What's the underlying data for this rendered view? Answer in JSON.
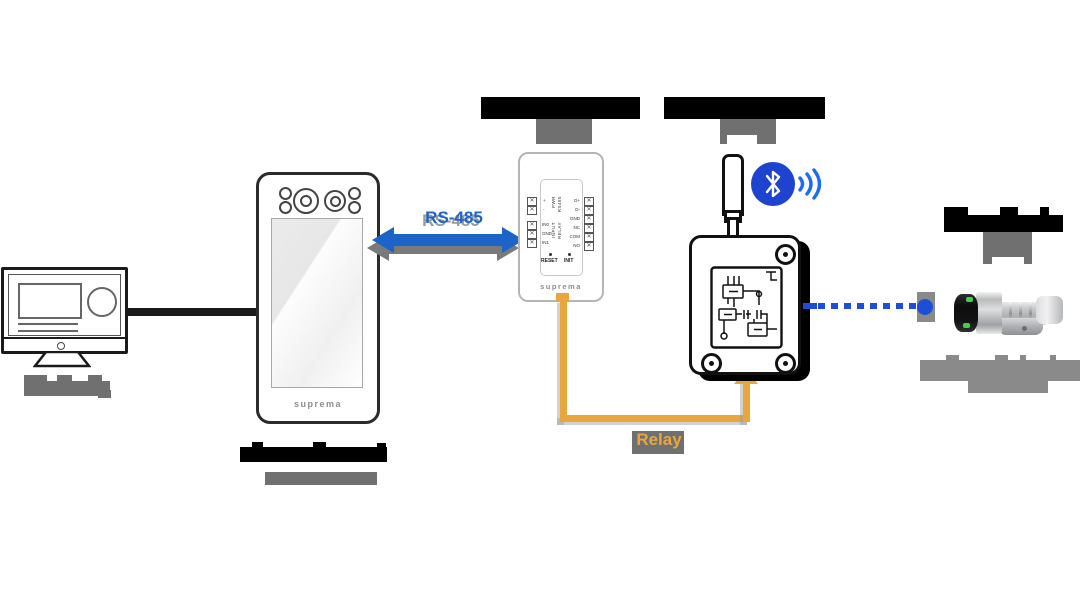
{
  "labels": {
    "rs485_link": "RS-485",
    "relay_link": "Relay"
  },
  "facestation": {
    "logo": "suprema"
  },
  "secure_io": {
    "logo": "suprema",
    "reset": "RESET",
    "init": "INIT",
    "terminals": {
      "power": [
        "+",
        "-"
      ],
      "input": [
        "IN0",
        "GND",
        "IN1"
      ],
      "rs485": [
        "D+",
        "D-",
        "GND"
      ],
      "relay": [
        "NC",
        "COM",
        "NO"
      ],
      "groups": [
        "PWR",
        "RS485",
        "INPUT",
        "RELAY"
      ]
    }
  },
  "colors": {
    "arrow_blue": "#1c64c8",
    "link_blue": "#1d4fd6",
    "bluetooth_blue": "#1d43cf",
    "wave_blue": "#1b6cf2",
    "wire_orange": "#e9a63c",
    "redacted_black": "#000000",
    "redacted_gray": "#707070"
  }
}
